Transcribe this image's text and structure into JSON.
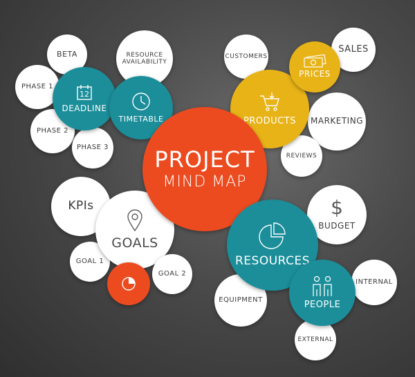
{
  "center": {
    "title": "PROJECT",
    "subtitle": "MIND MAP"
  },
  "deadline_branch": {
    "hub": "DEADLINE",
    "calendar_day": "12",
    "nodes": [
      "BETA",
      "PHASE 1",
      "PHASE 2",
      "PHASE 3"
    ]
  },
  "timetable_branch": {
    "hub": "TIMETABLE",
    "resource_availability": [
      "RESOURCE",
      "AVAILABILITY"
    ]
  },
  "products_branch": {
    "hub": "PRODUCTS",
    "prices": "PRICES",
    "nodes": [
      "CUSTOMERS",
      "SALES",
      "MARKETING",
      "REVIEWS"
    ]
  },
  "goals_branch": {
    "hub": "GOALS",
    "nodes": [
      "KPIs",
      "GOAL 1",
      "GOAL 2"
    ]
  },
  "resources_branch": {
    "hub": "RESOURCES",
    "budget": "BUDGET",
    "budget_symbol": "$",
    "people": "PEOPLE",
    "nodes": [
      "EQUIPMENT",
      "INTERNAL",
      "EXTERNAL"
    ]
  },
  "colors": {
    "teal": "#1b8e9a",
    "yellow": "#e8b317",
    "orange": "#ec4b1f",
    "white": "#ffffff",
    "background": "#4a4a4a"
  }
}
